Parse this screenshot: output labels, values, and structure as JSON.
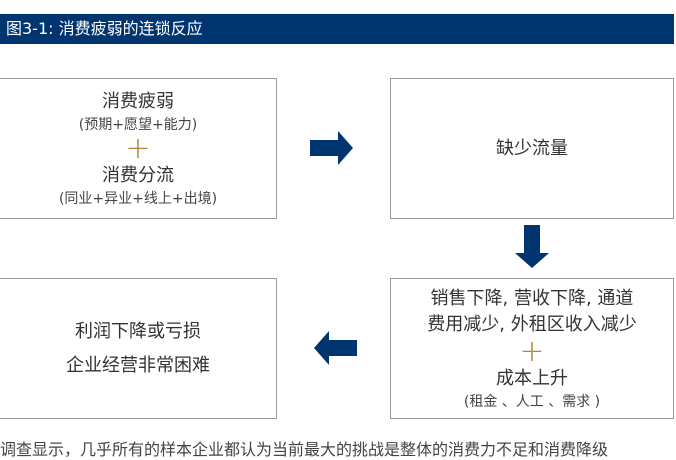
{
  "header": {
    "title": "图3-1: 消费疲弱的连锁反应"
  },
  "box1": {
    "line1": "消费疲弱",
    "sub1": "(预期+愿望+能力)",
    "plus": "+",
    "line2": "消费分流",
    "sub2": "(同业+异业+线上+出境)"
  },
  "box2": {
    "line1": "缺少流量"
  },
  "box3": {
    "line1": "利润下降或亏损",
    "line2": "企业经营非常困难"
  },
  "box4": {
    "line1": "销售下降, 营收下降, 通道",
    "line2": "费用减少, 外租区收入减少",
    "plus": "+",
    "line3": "成本上升",
    "sub": "(租金 、人工 、需求 )"
  },
  "footer": {
    "text": "调查显示，几乎所有的样本企业都认为当前最大的挑战是整体的消费力不足和消费降级"
  },
  "colors": {
    "header": "#003570",
    "arrow": "#003570",
    "plus": "#b0893a"
  }
}
